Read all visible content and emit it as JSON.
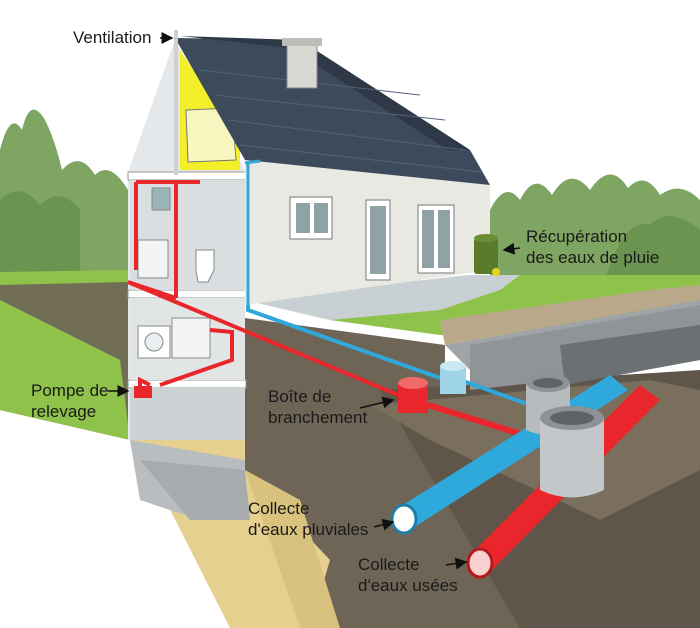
{
  "labels": {
    "ventilation": "Ventilation",
    "recuperation": {
      "line1": "Récupération",
      "line2": "des eaux de pluie"
    },
    "pompe": {
      "line1": "Pompe de",
      "line2": "relevage"
    },
    "boite": {
      "line1": "Boîte de",
      "line2": "branchement"
    },
    "pluviales": {
      "line1": "Collecte",
      "line2": "d'eaux pluviales"
    },
    "usees": {
      "line1": "Collecte",
      "line2": "d'eaux usées"
    }
  },
  "colors": {
    "wastewater_pipe": "#e8262b",
    "rainwater_pipe": "#2fa9dc",
    "roof": "#3d4a5c",
    "wall": "#e9e9e4",
    "soil": "#6f6557",
    "grass": "#8fc24a",
    "trees": "#6f9a52",
    "sand": "#e5d08f",
    "attic_highlight": "#f3ef2a"
  }
}
